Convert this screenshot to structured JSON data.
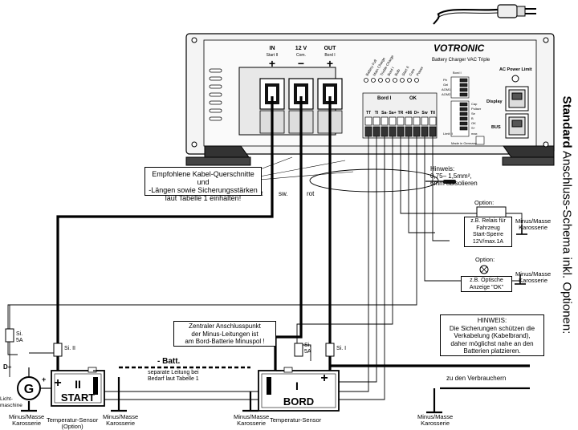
{
  "side_title": {
    "bold": "Standard",
    "rest": " Anschluss-Schema inkl. Optionen:"
  },
  "charger": {
    "brand": "VOTRONIC",
    "model": "Battery Charger VAC Triple",
    "terminals": [
      {
        "top": "IN",
        "sub": "Start II",
        "sign": "+"
      },
      {
        "top": "12 V",
        "sub": "Com.",
        "sign": "−"
      },
      {
        "top": "OUT",
        "sub": "Bord I",
        "sign": "+"
      }
    ],
    "leds": [
      "Battery Full",
      "Main Charge",
      "Trickle Charge",
      "Bord I",
      "Bulb",
      "Start II",
      "Care",
      "Power"
    ],
    "bord_header": "Bord I",
    "ok_label": "OK",
    "pin_labels": [
      "TT",
      "TI",
      "Sa-",
      "Sa+",
      "TR",
      "+86",
      "D+",
      "Sw",
      "TII"
    ],
    "bord_small": "Bord I",
    "ac_power_limit": "AC Power Limit",
    "display": "Display",
    "bus": "BUS",
    "made_in": "Made in Germany",
    "right_small": [
      "Cap",
      "Poliser",
      "Se",
      "B",
      "OK",
      "S+"
    ],
    "left_small": [
      "Pb",
      "Gel",
      "AGM1",
      "AGM2"
    ],
    "limit": "Limit II",
    "max": "max"
  },
  "wire_labels": {
    "rot_left": "rot",
    "sw": "sw.",
    "rot_right": "rot"
  },
  "hinweis_wire": [
    "Hinweis:",
    "0,75– 1,5mm²,",
    "6mm abisolieren"
  ],
  "cable_note": [
    "Empfohlene Kabel-Querschnitte und",
    "-Längen sowie Sicherungsstärken",
    "laut Tabelle 1  einhalten!"
  ],
  "option_relay": {
    "title": "Option:",
    "text": [
      "z.B. Relais für",
      "Fahrzeug",
      "Start-Sperre",
      "12V/max.1A"
    ]
  },
  "option_led": {
    "title": "Option:",
    "text": [
      "z.B. Optische",
      "Anzeige \"OK\""
    ]
  },
  "masse_labels": [
    "Minus/Masse",
    "Karosserie"
  ],
  "hinweis_fuse": [
    "HINWEIS:",
    "Die Sicherungen schützen die",
    "Verkabelung (Kabelbrand),",
    "daher möglichst nahe an den",
    "Batterien platzieren."
  ],
  "central_note": [
    "Zentraler Anschlusspunkt",
    "der Minus-Leitungen ist",
    "am Bord-Batterie Minuspol !"
  ],
  "batt_minus": {
    "title": "- Batt.",
    "text": [
      "separate Leitung bei",
      "Bedarf laut Tabelle 1"
    ]
  },
  "fuses": {
    "si_ii": "Si. II",
    "si_left": "Si.",
    "si_left_val": "5A",
    "si_i": "Si. I",
    "si_mid": "Si.",
    "si_mid_val": "5A"
  },
  "start_battery": {
    "num": "II",
    "name": "START",
    "plus": "+",
    "minus": "−"
  },
  "bord_battery": {
    "num": "I",
    "name": "BORD",
    "plus": "+",
    "minus": "−"
  },
  "generator": {
    "symbol": "G",
    "dplus": "D+",
    "plus": "+",
    "label": [
      "Licht-",
      "maschine"
    ]
  },
  "temp_sensor_start": [
    "Temperatur-Sensor",
    "(Option)"
  ],
  "temp_sensor_bord": "Temperatur-Sensor",
  "consumers": "zu den Verbrauchern"
}
